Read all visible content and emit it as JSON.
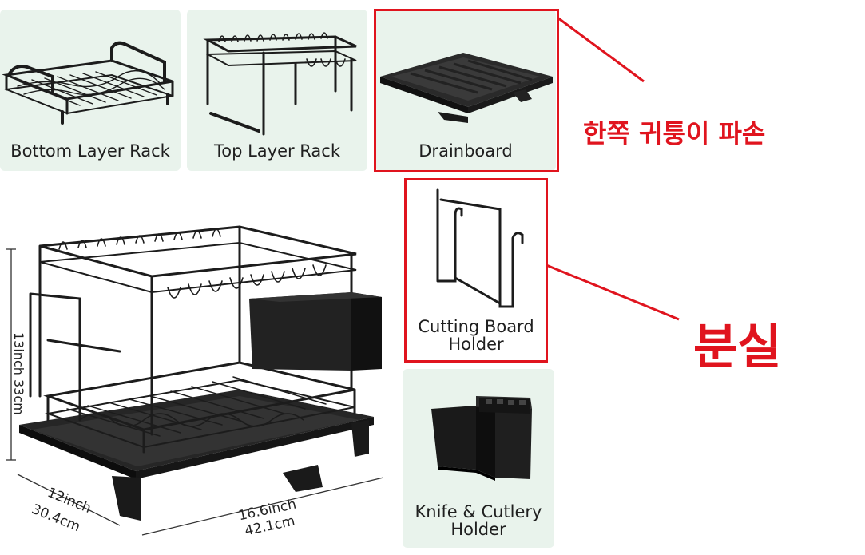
{
  "parts": {
    "bottom_rack": "Bottom Layer Rack",
    "top_rack": "Top Layer Rack",
    "drainboard": "Drainboard",
    "cutting_board_holder": [
      "Cutting Board",
      "Holder"
    ],
    "knife_holder": [
      "Knife & Cutlery",
      "Holder"
    ]
  },
  "annotations": {
    "drainboard_note": "한쪽 귀퉁이 파손",
    "holder_note": "분실",
    "color": "#e0141e"
  },
  "dimensions": {
    "height": [
      "13inch",
      "33cm"
    ],
    "depth": [
      "12inch",
      "30.4cm"
    ],
    "width": [
      "16.6inch",
      "42.1cm"
    ]
  },
  "colors": {
    "tile_bg": "#e9f3ec",
    "product": "#1c1c1c",
    "annotation": "#e0141e"
  }
}
